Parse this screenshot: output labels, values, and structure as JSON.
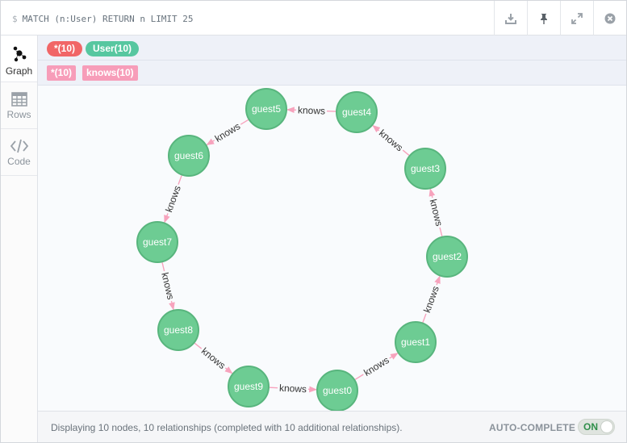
{
  "query": {
    "prompt": "$",
    "text": "MATCH (n:User) RETURN n LIMIT 25"
  },
  "toolbar": [
    {
      "name": "download-icon"
    },
    {
      "name": "pin-icon"
    },
    {
      "name": "expand-icon"
    },
    {
      "name": "close-circle-icon"
    }
  ],
  "sidebar": [
    {
      "label": "Graph",
      "icon": "graph-icon",
      "active": true
    },
    {
      "label": "Rows",
      "icon": "table-icon",
      "active": false
    },
    {
      "label": "Code",
      "icon": "code-icon",
      "active": false
    }
  ],
  "labels": {
    "all": "*(10)",
    "user": "User(10)",
    "all_color": "#f16667",
    "user_color": "#57c7a0"
  },
  "relationships": {
    "all": "*(10)",
    "knows": "knows(10)",
    "color": "#f79db9"
  },
  "graph": {
    "node_color": "#6dcc93",
    "node_border": "#58b57d",
    "edge_color": "#f7a3bd",
    "edge_label": "knows",
    "nodes": [
      {
        "id": "guest0"
      },
      {
        "id": "guest1"
      },
      {
        "id": "guest2"
      },
      {
        "id": "guest3"
      },
      {
        "id": "guest4"
      },
      {
        "id": "guest5"
      },
      {
        "id": "guest6"
      },
      {
        "id": "guest7"
      },
      {
        "id": "guest8"
      },
      {
        "id": "guest9"
      }
    ],
    "edges": [
      {
        "from": "guest0",
        "to": "guest1",
        "label": "knows"
      },
      {
        "from": "guest1",
        "to": "guest2",
        "label": "knows"
      },
      {
        "from": "guest2",
        "to": "guest3",
        "label": "knows"
      },
      {
        "from": "guest3",
        "to": "guest4",
        "label": "knows"
      },
      {
        "from": "guest4",
        "to": "guest5",
        "label": "knows"
      },
      {
        "from": "guest5",
        "to": "guest6",
        "label": "knows"
      },
      {
        "from": "guest6",
        "to": "guest7",
        "label": "knows"
      },
      {
        "from": "guest7",
        "to": "guest8",
        "label": "knows"
      },
      {
        "from": "guest8",
        "to": "guest9",
        "label": "knows"
      },
      {
        "from": "guest9",
        "to": "guest0",
        "label": "knows"
      }
    ]
  },
  "footer": {
    "status": "Displaying 10 nodes, 10 relationships (completed with 10 additional relationships).",
    "autocomplete_label": "AUTO-COMPLETE",
    "toggle_text": "ON"
  }
}
